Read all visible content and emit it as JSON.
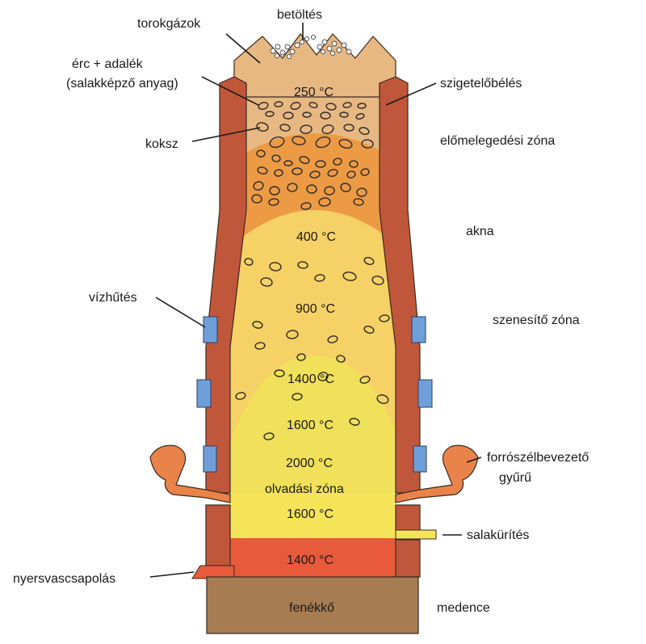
{
  "diagram": {
    "labels": {
      "throat_gases": "torokgázok",
      "charging": "betöltés",
      "ore_flux_line1": "érc + adalék",
      "ore_flux_line2": "(salakképző anyag)",
      "coke": "koksz",
      "refractory_lining": "szigetelőbélés",
      "preheat_zone": "előmelegedési zóna",
      "shaft": "akna",
      "water_cooling": "vízhűtés",
      "carburizing_zone": "szenesítő zóna",
      "hot_blast_line1": "forrószélbevezető",
      "hot_blast_line2": "gyűrű",
      "slag_tapping": "salakürítés",
      "iron_tapping": "nyersvascsapolás",
      "hearth_stone": "fenékkő",
      "hearth": "medence",
      "melting_zone": "olvadási zóna"
    },
    "temperatures": {
      "t250": "250 °C",
      "t400": "400 °C",
      "t900": "900 °C",
      "t1400_upper": "1400 °C",
      "t1600_upper": "1600 °C",
      "t2000": "2000 °C",
      "t1600_lower": "1600 °C",
      "t1400_lower": "1400 °C"
    },
    "colors": {
      "wall": "#c0573a",
      "top_zone": "#e8b882",
      "orange_zone": "#ed9a45",
      "yellow_zone": "#f6d165",
      "core_zone": "#f0e05a",
      "melt_yellow": "#f5e458",
      "molten_iron": "#e85a3a",
      "hearth_stone": "#a67c52",
      "water_jacket": "#6f9fd8",
      "tuyere": "#e9834a"
    }
  }
}
